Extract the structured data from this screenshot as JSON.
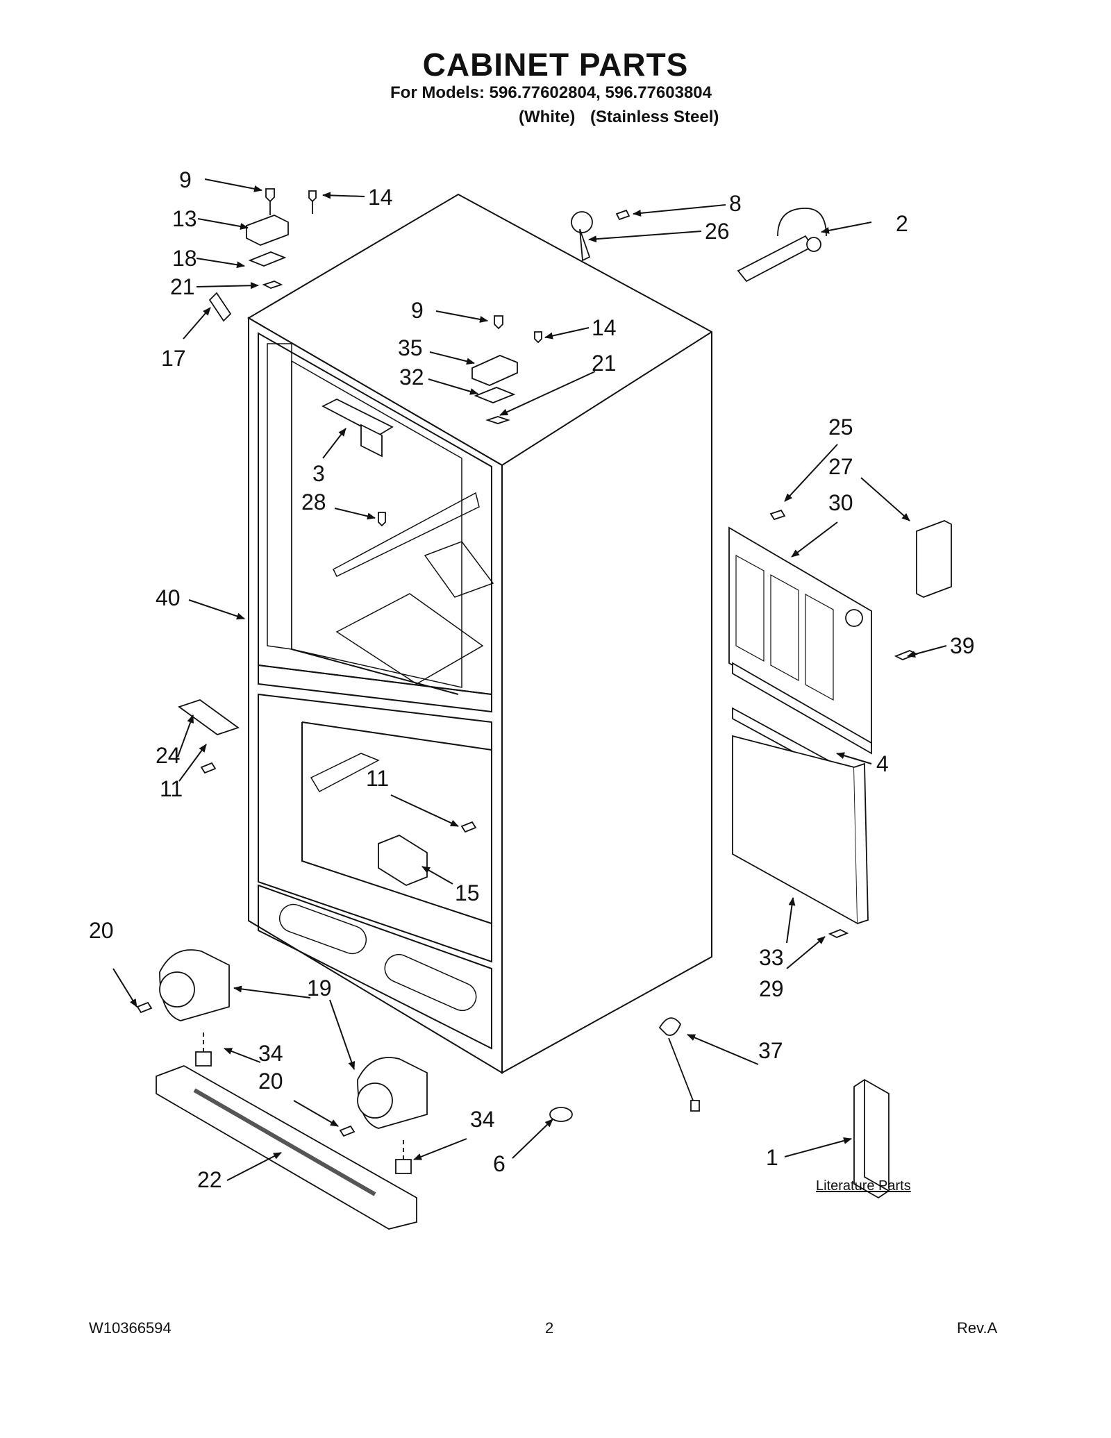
{
  "title": "CABINET PARTS",
  "models_line": "For Models: 596.77602804, 596.77603804",
  "finish_white": "(White)",
  "finish_stainless": "(Stainless Steel)",
  "literature_label": "Literature Parts",
  "footer": {
    "doc_number": "W10366594",
    "page": "2",
    "revision": "Rev.A"
  },
  "callouts": {
    "c9a": "9",
    "c14a": "14",
    "c13": "13",
    "c18": "18",
    "c21a": "21",
    "c17": "17",
    "c8": "8",
    "c26": "26",
    "c2": "2",
    "c9b": "9",
    "c14b": "14",
    "c35": "35",
    "c32": "32",
    "c21b": "21",
    "c3": "3",
    "c28": "28",
    "c25": "25",
    "c27": "27",
    "c30": "30",
    "c40": "40",
    "c39": "39",
    "c24": "24",
    "c11a": "11",
    "c4": "4",
    "c11b": "11",
    "c15": "15",
    "c20a": "20",
    "c19": "19",
    "c33": "33",
    "c29": "29",
    "c34a": "34",
    "c20b": "20",
    "c37": "37",
    "c34b": "34",
    "c1": "1",
    "c6": "6",
    "c22": "22"
  }
}
